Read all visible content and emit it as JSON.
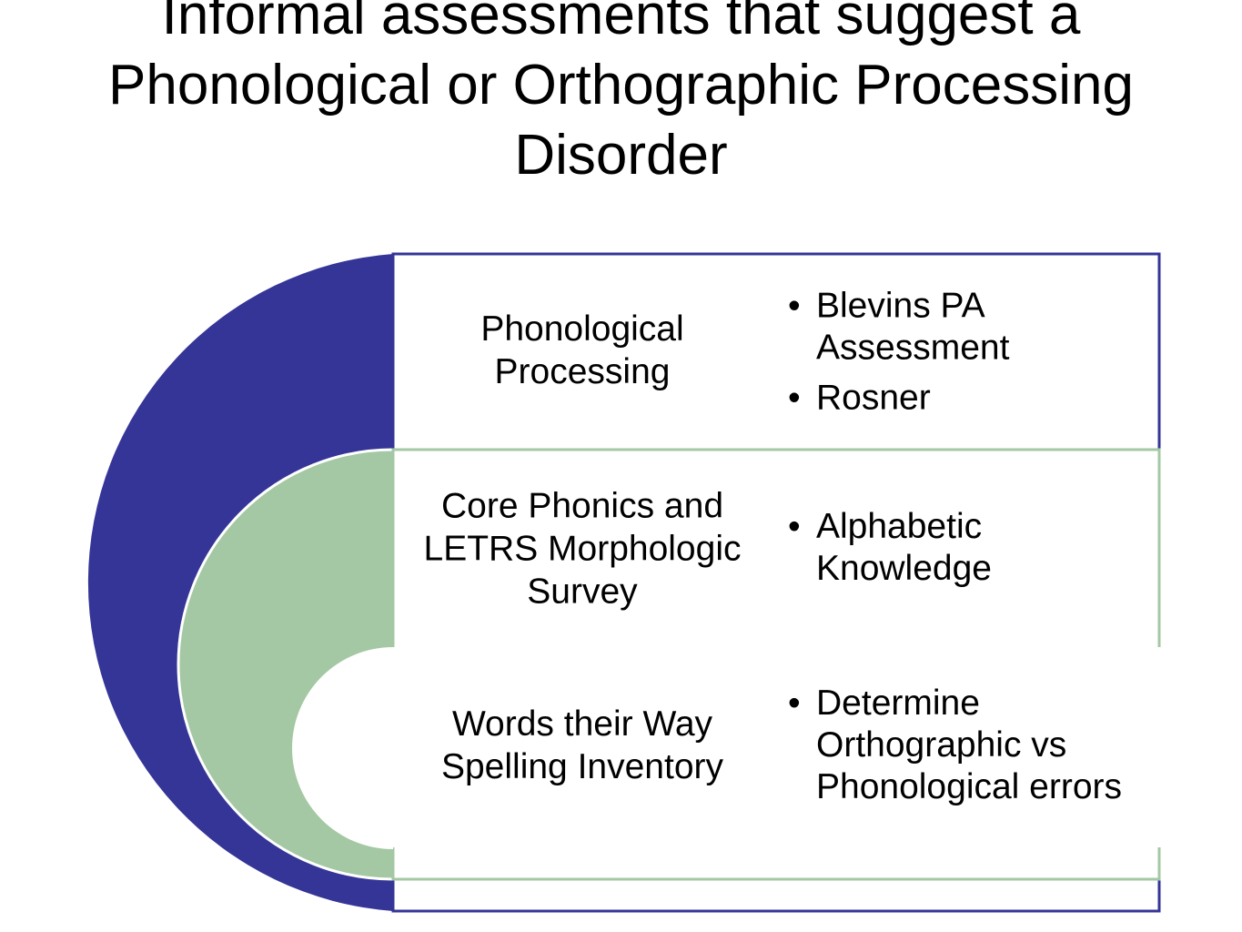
{
  "title_line1": "Informal assessments that suggest a",
  "title_line2": "Phonological or Orthographic Processing",
  "title_line3": "Disorder",
  "levels": [
    {
      "label": "Phonological Processing",
      "items": [
        " Blevins PA Assessment",
        "Rosner"
      ]
    },
    {
      "label": "Core Phonics and LETRS Morphologic Survey",
      "items": [
        "Alphabetic Knowledge"
      ]
    },
    {
      "label": "Words their Way Spelling Inventory",
      "items": [
        "Determine Orthographic vs Phonological errors"
      ]
    }
  ],
  "colors": {
    "outer": "#353598",
    "middle": "#a3c8a3",
    "inner": "#ffffff"
  }
}
